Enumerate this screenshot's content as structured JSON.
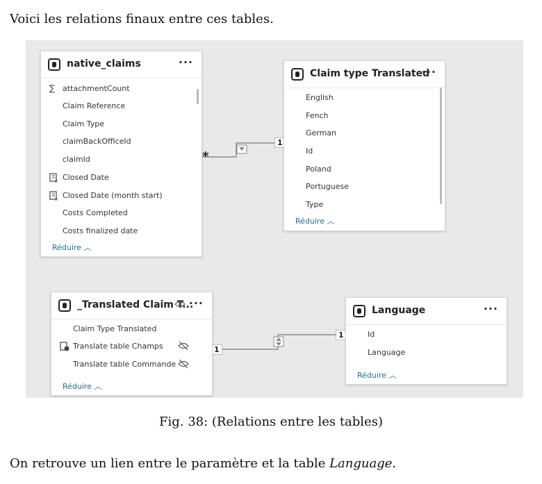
{
  "intro_text": "Voici les relations finaux entre ces tables.",
  "caption": "Fig. 38: (Relations entre les tables)",
  "footer": {
    "before": "On retrouve un lien entre le paramètre et la table ",
    "italic": "Language",
    "after": "."
  },
  "tables": {
    "native_claims": {
      "title": "native_claims",
      "menu": "···",
      "fields": [
        "attachmentCount",
        "Claim Reference",
        "Claim Type",
        "claimBackOfficeId",
        "claimId",
        "Closed Date",
        "Closed Date (month start)",
        "Costs Completed",
        "Costs finalized date"
      ],
      "reduce": "Réduire"
    },
    "claim_type_translated": {
      "title": "Claim type Translated",
      "menu": "···",
      "fields": [
        "English",
        "Fench",
        "German",
        "Id",
        "Poland",
        "Portuguese",
        "Type"
      ],
      "reduce": "Réduire"
    },
    "translated_claim": {
      "title": "_Translated Claim T...",
      "menu": "···",
      "fields": [
        "Claim Type Translated",
        "Translate table Champs",
        "Translate table Commande"
      ],
      "reduce": "Réduire"
    },
    "language": {
      "title": "Language",
      "menu": "···",
      "fields": [
        "Id",
        "Language"
      ],
      "reduce": "Réduire"
    }
  },
  "relations": {
    "rel1": {
      "many": "*",
      "one": "1"
    },
    "rel2": {
      "left": "1",
      "right": "1"
    }
  },
  "icons": {
    "sigma": "∑",
    "calc": "calculated-column-icon",
    "eye": "hidden-eye-icon"
  }
}
